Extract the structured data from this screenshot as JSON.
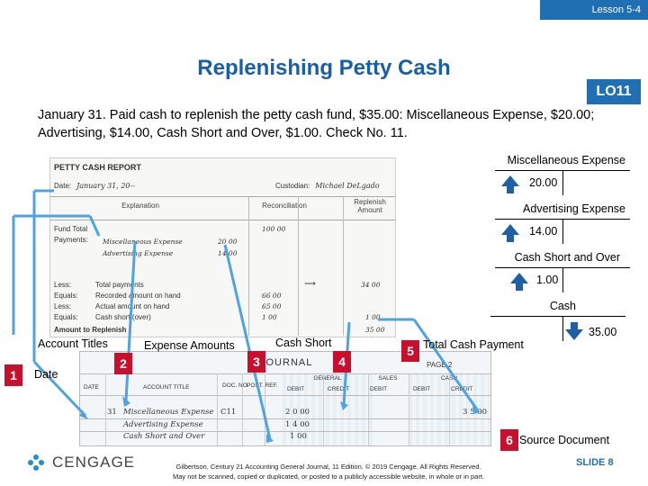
{
  "header": {
    "lesson": "Lesson 5-4",
    "title": "Replenishing Petty Cash",
    "lo": "LO11"
  },
  "intro": {
    "date": "January 31.",
    "text": " Paid cash to replenish the petty cash fund, $35.00: Miscellaneous Expense, $20.00; Advertising, $14.00, Cash Short and Over, $1.00. Check No. 11."
  },
  "report": {
    "title": "PETTY CASH REPORT",
    "date_label": "Date:",
    "date_value": "January 31, 20--",
    "custodian_label": "Custodian:",
    "custodian_value": "Michael DeLgado",
    "col_explanation": "Explanation",
    "col_reconciliation": "Reconciliation",
    "col_replenish": "Replenish Amount",
    "rows": [
      {
        "label": "Fund Total",
        "recon": "100 00",
        "repl": ""
      },
      {
        "label": "Payments:",
        "sub": "Miscellaneous Expense",
        "sub_amt": "20 00",
        "recon": "",
        "repl": ""
      },
      {
        "label": "",
        "sub": "Advertising Expense",
        "sub_amt": "14 00",
        "recon": "",
        "repl": ""
      },
      {
        "label": "Less:",
        "sub": "Total payments",
        "recon": "34 00",
        "repl": "34 00"
      },
      {
        "label": "Equals:",
        "sub": "Recorded amount on hand",
        "recon": "66 00",
        "repl": ""
      },
      {
        "label": "Less:",
        "sub": "Actual amount on hand",
        "recon": "65 00",
        "repl": ""
      },
      {
        "label": "Equals:",
        "sub": "Cash short (over)",
        "recon": "1 00",
        "repl": "1 00"
      },
      {
        "label": "Amount to Replenish",
        "sub": "",
        "recon": "",
        "repl": "35 00"
      }
    ]
  },
  "journal": {
    "title": "JOURNAL",
    "page_label": "PAGE",
    "page_no": "2",
    "headers": [
      "DATE",
      "ACCOUNT TITLE",
      "DOC. NO.",
      "POST. REF.",
      "DEBIT",
      "CREDIT",
      "DEBIT",
      "CREDIT",
      "DEBIT",
      "CREDIT"
    ],
    "groups": [
      "GENERAL",
      "SALES",
      "CASH"
    ],
    "rows": [
      {
        "day": "31",
        "account": "Miscellaneous Expense",
        "doc": "C11",
        "debit": "2 0 00",
        "cash_credit": "3 5 00"
      },
      {
        "day": "",
        "account": "Advertising Expense",
        "doc": "",
        "debit": "1 4 00",
        "cash_credit": ""
      },
      {
        "day": "",
        "account": "Cash Short and Over",
        "doc": "",
        "debit": "1 00",
        "cash_credit": ""
      }
    ]
  },
  "taccounts": [
    {
      "name": "Miscellaneous Expense",
      "amount": "20.00"
    },
    {
      "name": "Advertising Expense",
      "amount": "14.00"
    },
    {
      "name": "Cash Short and Over",
      "amount": "1.00"
    },
    {
      "name": "Cash",
      "amount": "35.00"
    }
  ],
  "callouts": {
    "n1": "1",
    "t1": "Date",
    "t_account_titles": "Account Titles",
    "n2": "2",
    "t2": "Expense Amounts",
    "n3": "3",
    "t3": "Cash Short",
    "n4": "4",
    "n5": "5",
    "t5": "Total Cash Payment",
    "n6": "6",
    "t6": "Source Document"
  },
  "footer": {
    "brand": "CENGAGE",
    "cite1": "Gilbertson, Century 21 Accounting General Journal, 11 Edition. © 2019 Cengage. All Rights Reserved.",
    "cite2": "May not be scanned, copied or duplicated, or posted to a publicly accessible website, in whole or in part.",
    "slide": "SLIDE 8"
  },
  "colors": {
    "accent": "#1f6fb2",
    "callout": "#c8102e",
    "connector": "#4fa3e0"
  }
}
